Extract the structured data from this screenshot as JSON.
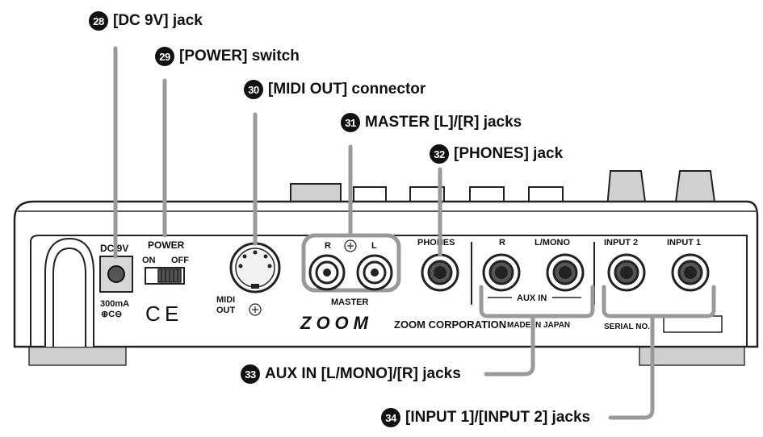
{
  "callouts": {
    "dc_jack": {
      "num": "28",
      "label": "[DC 9V] jack"
    },
    "power_switch": {
      "num": "29",
      "label": "[POWER] switch"
    },
    "midi_out": {
      "num": "30",
      "label": "[MIDI OUT] connector"
    },
    "master": {
      "num": "31",
      "label": "MASTER [L]/[R] jacks"
    },
    "phones": {
      "num": "32",
      "label": "[PHONES] jack"
    },
    "aux_in": {
      "num": "33",
      "label": "AUX IN [L/MONO]/[R] jacks"
    },
    "inputs": {
      "num": "34",
      "label": "[INPUT 1]/[INPUT 2] jacks"
    }
  },
  "panel": {
    "dc9v": "DC 9V",
    "power": "POWER",
    "on": "ON",
    "off": "OFF",
    "rating": "300mA",
    "polarity": "⊕C⊖",
    "ce": "C E",
    "midi": "MIDI",
    "out": "OUT",
    "master_r": "R",
    "master_l": "L",
    "master": "MASTER",
    "phones": "PHONES",
    "aux_r": "R",
    "aux_lmono": "L/MONO",
    "aux_in": "AUX IN",
    "input2": "INPUT 2",
    "input1": "INPUT 1",
    "logo": "ZOOM",
    "corporation": "ZOOM CORPORATION",
    "made_in": "MADE IN JAPAN",
    "serial": "SERIAL NO."
  }
}
